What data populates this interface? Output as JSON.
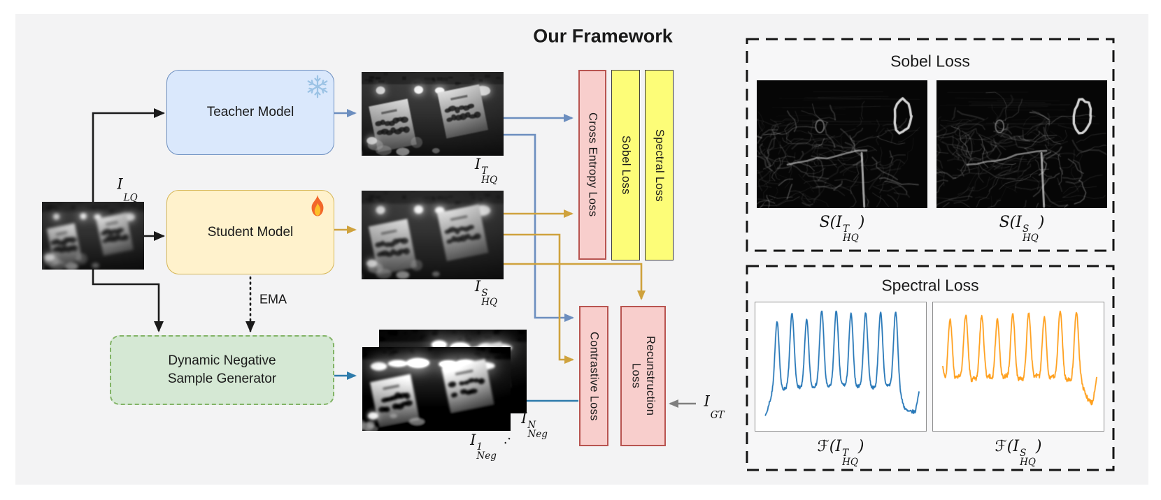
{
  "title": "Our Framework",
  "colors": {
    "page_bg": "#ffffff",
    "panel_bg": "#f3f3f4",
    "sub_panel_bg": "#f7f7f8",
    "arrow_black": "#1a1a1a",
    "arrow_blue": "#6c8ebf",
    "arrow_gold": "#cfa23d",
    "arrow_teal": "#2d7bab",
    "arrow_gray": "#7f7f7f",
    "teacher_fill": "#dae8fc",
    "teacher_border": "#6c8ebf",
    "student_fill": "#fff2cc",
    "student_border": "#d6b656",
    "generator_fill": "#d5e8d4",
    "generator_border": "#82b366",
    "loss_pink_fill": "#f8cecc",
    "loss_pink_border": "#b85450",
    "loss_yellow_fill": "#fdfd78",
    "loss_yellow_border": "#3f3f3f",
    "snowflake": "#9cc3e5",
    "flame_outer": "#f2682a",
    "flame_inner": "#fcbf29"
  },
  "nodes": {
    "teacher_label": "Teacher Model",
    "student_label": "Student Model",
    "generator_label": "Dynamic Negative\nSample Generator",
    "ema_label": "EMA"
  },
  "losses": {
    "cross_entropy": "Cross Entropy Loss",
    "sobel": "Sobel Loss",
    "spectral": "Spectral Loss",
    "contrastive": "Contrastive Loss",
    "reconstruction": "Recunstruction\nLoss"
  },
  "math_labels": {
    "ilq": {
      "base": "I",
      "sub": "LQ"
    },
    "ihq_t": {
      "base": "I",
      "sup": "T",
      "sub": "HQ"
    },
    "ihq_s": {
      "base": "I",
      "sup": "S",
      "sub": "HQ"
    },
    "ineg_1": {
      "base": "I",
      "sup": "1",
      "sub": "Neg"
    },
    "ineg_dots": "··",
    "ineg_n": {
      "base": "I",
      "sup": "N",
      "sub": "Neg"
    },
    "igt": {
      "base": "I",
      "sub": "GT"
    }
  },
  "side_panels": {
    "sobel": {
      "title": "Sobel Loss",
      "left_label": {
        "prefix": "S(",
        "base": "I",
        "sup": "T",
        "sub": "HQ",
        "suffix": ")"
      },
      "right_label": {
        "prefix": "S(",
        "base": "I",
        "sup": "S",
        "sub": "HQ",
        "suffix": ")"
      }
    },
    "spectral": {
      "title": "Spectral Loss",
      "left_label": {
        "prefix": "ℱ(",
        "base": "I",
        "sup": "T",
        "sub": "HQ",
        "suffix": ")"
      },
      "right_label": {
        "prefix": "ℱ(",
        "base": "I",
        "sup": "S",
        "sub": "HQ",
        "suffix": ")"
      }
    }
  },
  "chart_data": [
    {
      "id": "spectrum-teacher",
      "type": "line",
      "title": "",
      "xlabel": "",
      "ylabel": "",
      "color": "#2878b8",
      "x_range": [
        0,
        1
      ],
      "y_range": [
        0,
        1
      ],
      "grid": false,
      "legend": "none",
      "peaks_x": [
        0.078,
        0.175,
        0.27,
        0.368,
        0.462,
        0.558,
        0.653,
        0.75,
        0.848
      ],
      "peaks_y": [
        0.9,
        0.95,
        0.92,
        0.99,
        0.985,
        0.975,
        0.955,
        0.985,
        0.985
      ],
      "valley": 0.07,
      "valley_bump": 0.045,
      "start_y": 0.05,
      "end_y": 0.27,
      "noise": 0.022,
      "seed": 7
    },
    {
      "id": "spectrum-student",
      "type": "line",
      "title": "",
      "xlabel": "",
      "ylabel": "",
      "color": "#ffa01e",
      "x_range": [
        0,
        1
      ],
      "y_range": [
        0,
        1
      ],
      "grid": false,
      "legend": "none",
      "peaks_x": [
        0.048,
        0.15,
        0.253,
        0.355,
        0.455,
        0.558,
        0.66,
        0.763,
        0.868
      ],
      "peaks_y": [
        0.93,
        0.95,
        0.94,
        0.93,
        0.95,
        0.97,
        0.95,
        0.98,
        0.99
      ],
      "valley": 0.18,
      "valley_bump": 0.07,
      "start_y": 0.5,
      "end_y": 0.4,
      "noise": 0.035,
      "seed": 3
    }
  ]
}
